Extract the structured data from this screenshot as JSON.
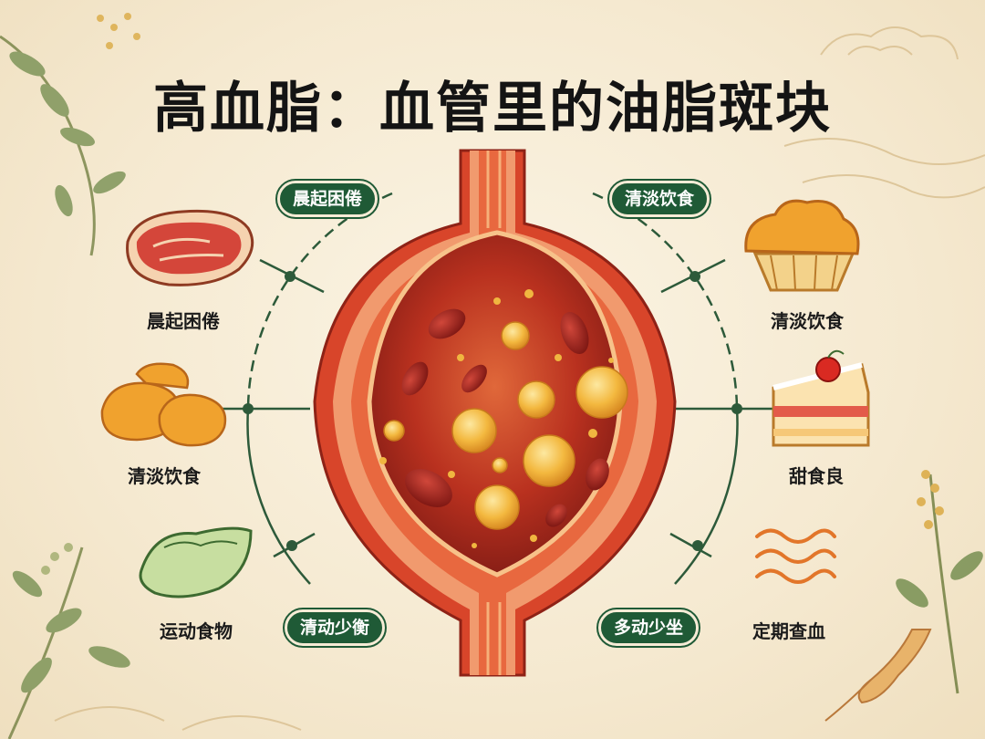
{
  "title": "高血脂：血管里的油脂斑块",
  "pills": {
    "top_left": "晨起困倦",
    "top_right": "清淡饮食",
    "bottom_left": "清动少衡",
    "bottom_right": "多动少坐"
  },
  "items": {
    "steak": "晨起困倦",
    "fried_chicken": "清淡饮食",
    "dumpling": "运动食物",
    "muffin": "清淡饮食",
    "cake": "甜食良",
    "waves": "定期查血"
  },
  "colors": {
    "pill_green": "#1f5a36",
    "vessel_red": "#c8321e",
    "plaque_yellow": "#f0b640",
    "background": "#f6ecd6"
  }
}
